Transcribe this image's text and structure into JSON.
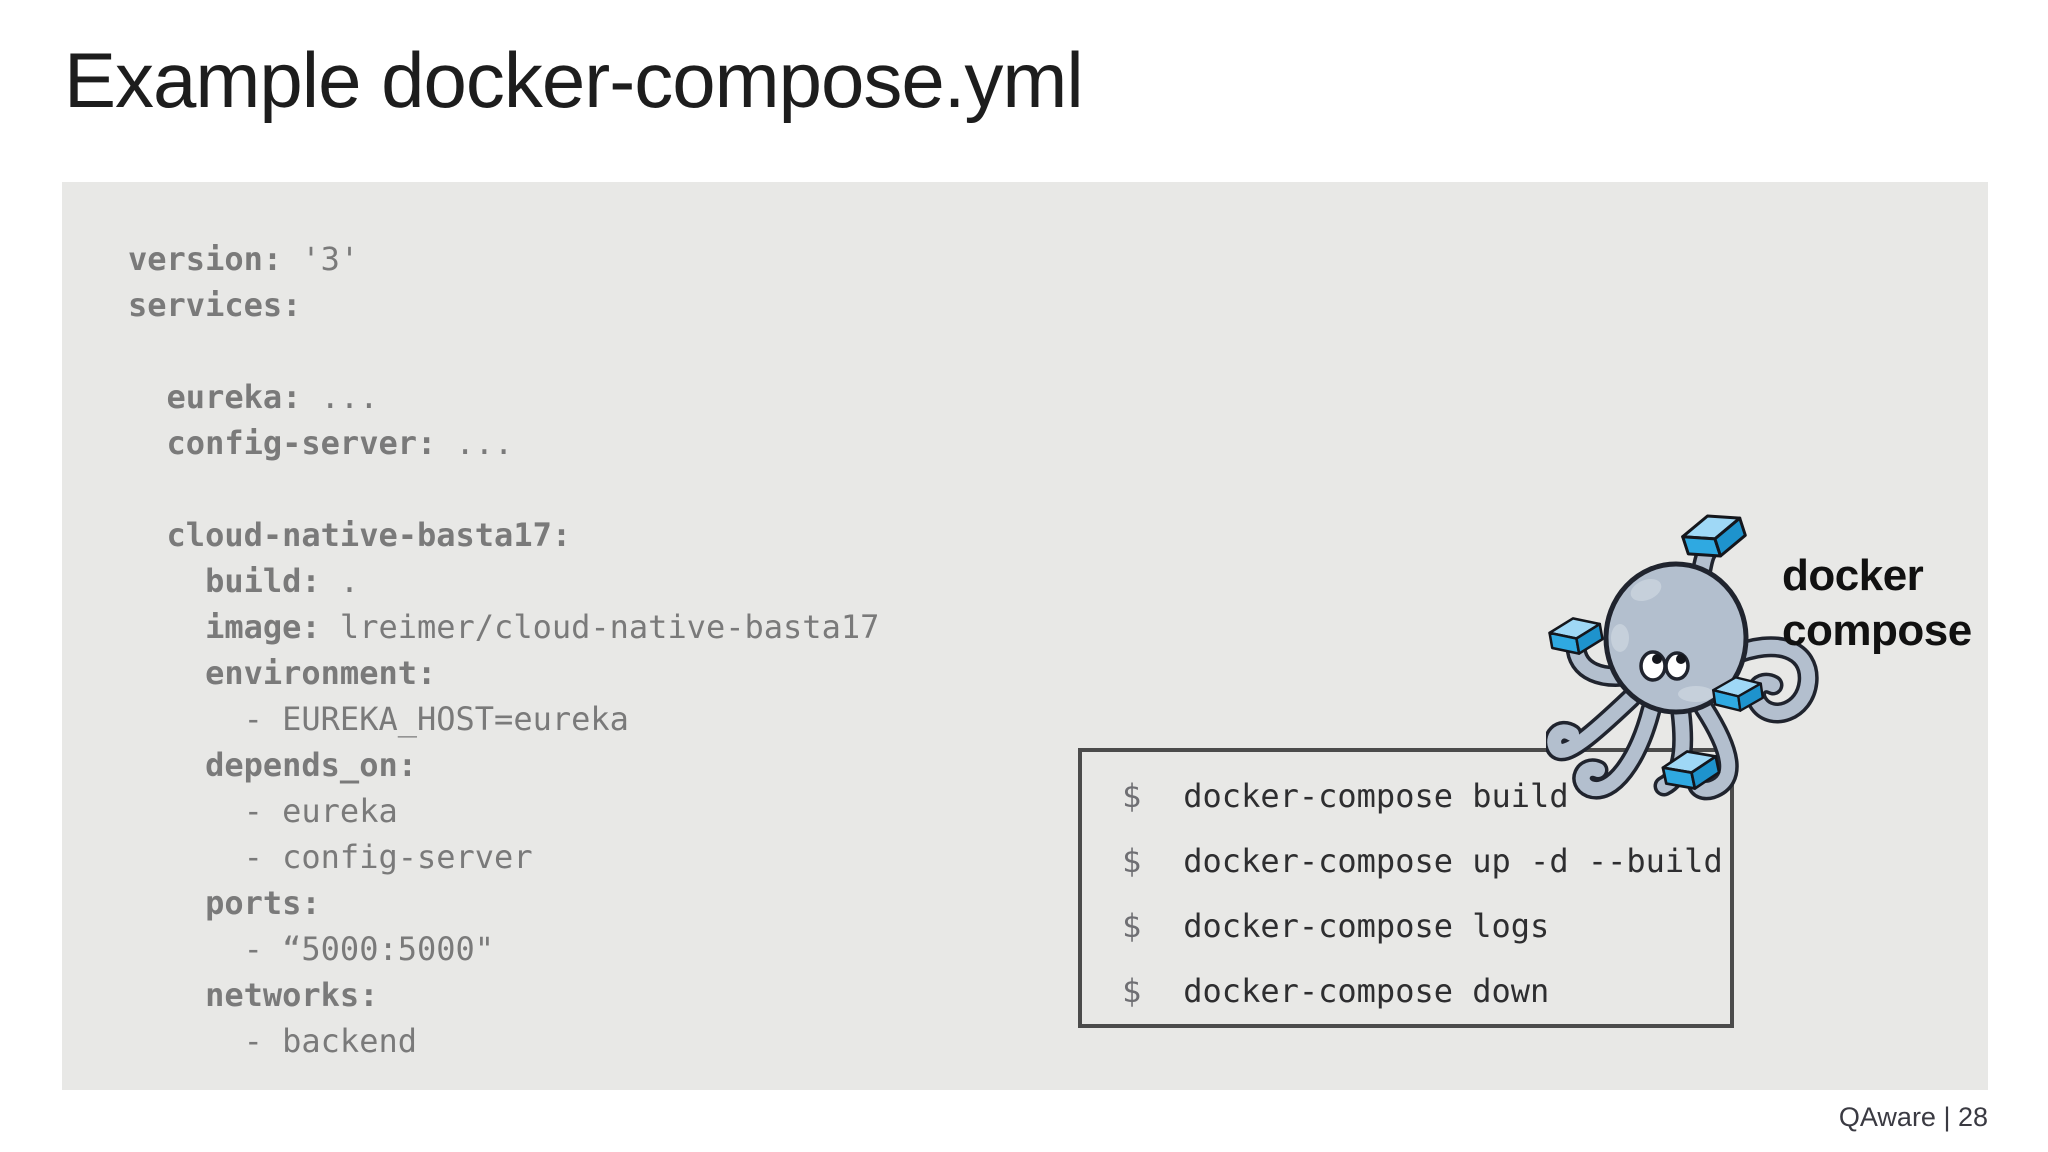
{
  "title": "Example docker-compose.yml",
  "yaml": {
    "lines": [
      {
        "indent": "",
        "key": "version:",
        "value": " '3'"
      },
      {
        "indent": "",
        "key": "services:",
        "value": ""
      },
      {
        "blank": true
      },
      {
        "indent": "  ",
        "key": "eureka:",
        "value": " ..."
      },
      {
        "indent": "  ",
        "key": "config-server:",
        "value": " ..."
      },
      {
        "blank": true
      },
      {
        "indent": "  ",
        "key": "cloud-native-basta17:",
        "value": ""
      },
      {
        "indent": "    ",
        "key": "build:",
        "value": " ."
      },
      {
        "indent": "    ",
        "key": "image:",
        "value": " lreimer/cloud-native-basta17"
      },
      {
        "indent": "    ",
        "key": "environment:",
        "value": ""
      },
      {
        "indent": "      ",
        "key": "",
        "value": "- EUREKA_HOST=eureka"
      },
      {
        "indent": "    ",
        "key": "depends_on:",
        "value": ""
      },
      {
        "indent": "      ",
        "key": "",
        "value": "- eureka"
      },
      {
        "indent": "      ",
        "key": "",
        "value": "- config-server"
      },
      {
        "indent": "    ",
        "key": "ports:",
        "value": ""
      },
      {
        "indent": "      ",
        "key": "",
        "value": "- “5000:5000\""
      },
      {
        "indent": "    ",
        "key": "networks:",
        "value": ""
      },
      {
        "indent": "      ",
        "key": "",
        "value": "- backend"
      }
    ]
  },
  "commands": {
    "prompt": "$",
    "items": [
      "docker-compose build",
      "docker-compose up -d --build",
      "docker-compose logs",
      "docker-compose down"
    ]
  },
  "logo": {
    "line1": "docker",
    "line2": "compose"
  },
  "footer": {
    "label": "QAware | 28"
  },
  "colors": {
    "panel_bg": "#e8e8e6",
    "title_text": "#1d1d1d",
    "code_text": "#7a7a7a",
    "command_text": "#2e2e30",
    "prompt_text": "#6f6f73",
    "box_border": "#4b4b4b",
    "footer_text": "#3a3a42",
    "logo_text": "#111111",
    "octopus_body": "#b3bfce",
    "octopus_outline": "#20242e",
    "container_top": "#9fd8f6",
    "container_front": "#2fa9e1",
    "container_side": "#1e93cd"
  }
}
